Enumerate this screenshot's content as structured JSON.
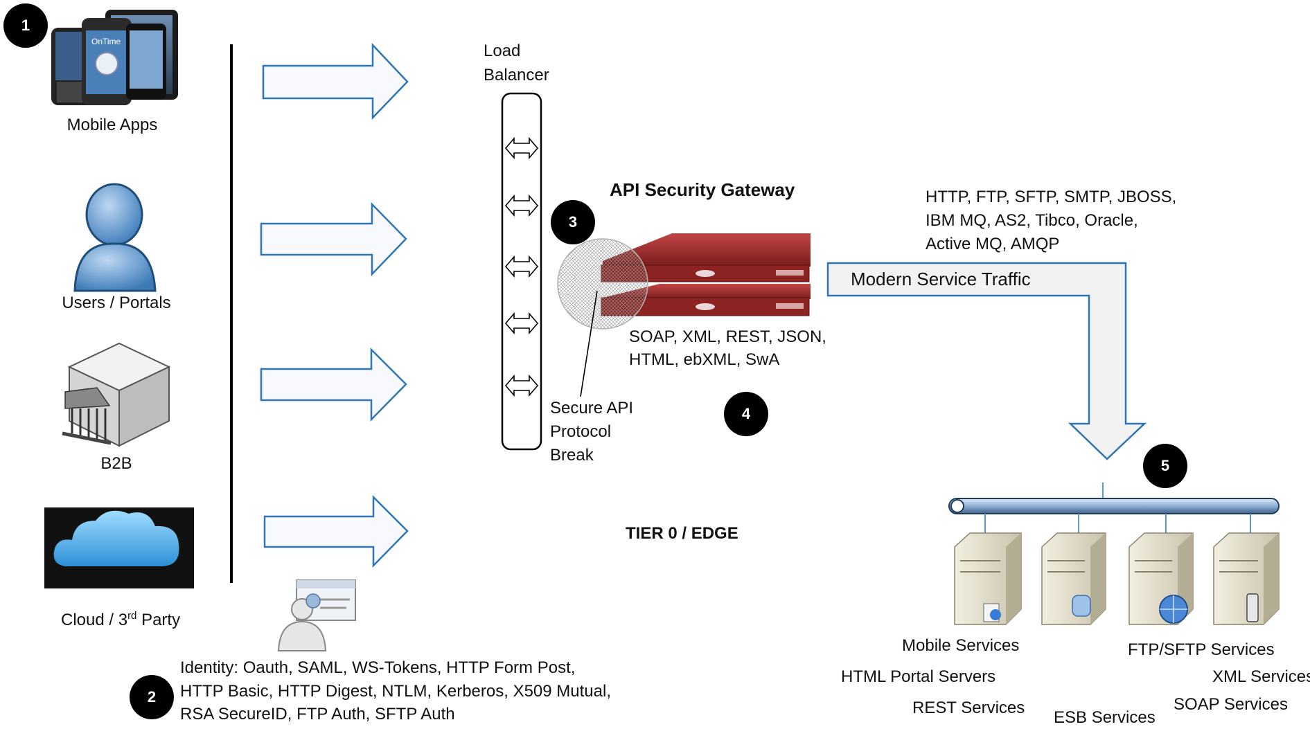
{
  "clients": {
    "mobile_apps": "Mobile Apps",
    "users_portals": "Users / Portals",
    "b2b": "B2B",
    "cloud_prefix": "Cloud / 3",
    "cloud_sup": "rd",
    "cloud_suffix": " Party"
  },
  "identity": {
    "line1": "Identity:  Oauth, SAML, WS-Tokens, HTTP Form Post,",
    "line2": "HTTP Basic, HTTP Digest, NTLM, Kerberos, X509 Mutual,",
    "line3": "RSA SecureID, FTP Auth, SFTP Auth"
  },
  "load_balancer": {
    "line1": "Load",
    "line2": "Balancer"
  },
  "gateway": {
    "title": "API Security Gateway",
    "protocols_line1": "SOAP, XML, REST, JSON,",
    "protocols_line2": "HTML, ebXML, SwA",
    "protocol_break_line1": "Secure API",
    "protocol_break_line2": "Protocol",
    "protocol_break_line3": "Break",
    "tier": "TIER 0 / EDGE"
  },
  "traffic": {
    "transports_line1": "HTTP, FTP, SFTP, SMTP, JBOSS,",
    "transports_line2": "IBM MQ, AS2,  Tibco, Oracle,",
    "transports_line3": "Active MQ, AMQP",
    "arrow_label": "Modern Service Traffic"
  },
  "services": {
    "mobile": "Mobile Services",
    "html_portal": "HTML Portal Servers",
    "rest": "REST Services",
    "esb": "ESB Services",
    "ftp": "FTP/SFTP Services",
    "xml": "XML Services",
    "soap": "SOAP Services"
  },
  "badges": [
    "1",
    "2",
    "3",
    "4",
    "5"
  ],
  "colors": {
    "arrow_stroke": "#2e75b6",
    "server_red": "#a32a2a",
    "user_blue": "#5b9bd5",
    "cloud_bg": "#111111",
    "bus_blue": "#b8cce4"
  }
}
